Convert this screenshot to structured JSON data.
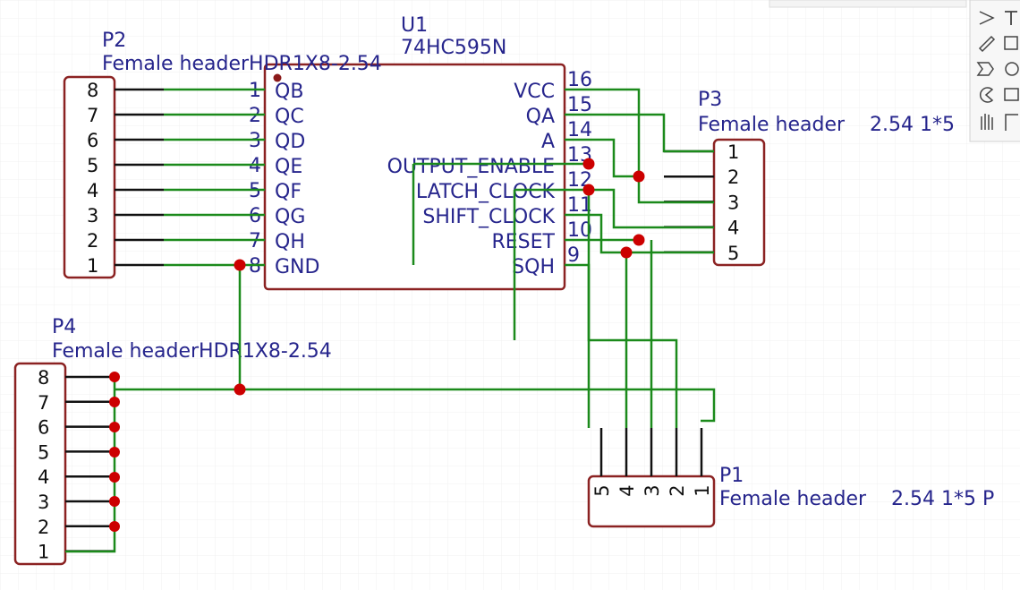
{
  "schematic": {
    "u1": {
      "ref": "U1",
      "value": "74HC595N",
      "left_pins": [
        {
          "num": "1",
          "name": "QB"
        },
        {
          "num": "2",
          "name": "QC"
        },
        {
          "num": "3",
          "name": "QD"
        },
        {
          "num": "4",
          "name": "QE"
        },
        {
          "num": "5",
          "name": "QF"
        },
        {
          "num": "6",
          "name": "QG"
        },
        {
          "num": "7",
          "name": "QH"
        },
        {
          "num": "8",
          "name": "GND"
        }
      ],
      "right_pins": [
        {
          "num": "16",
          "name": "VCC"
        },
        {
          "num": "15",
          "name": "QA"
        },
        {
          "num": "14",
          "name": "A"
        },
        {
          "num": "13",
          "name": "OUTPUT_ENABLE"
        },
        {
          "num": "12",
          "name": "LATCH_CLOCK"
        },
        {
          "num": "11",
          "name": "SHIFT_CLOCK"
        },
        {
          "num": "10",
          "name": "RESET"
        },
        {
          "num": "9",
          "name": "SQH"
        }
      ],
      "power_color": "#cc2222"
    },
    "p2": {
      "ref": "P2",
      "value": "Female headerHDR1X8-2.54",
      "pins": [
        "8",
        "7",
        "6",
        "5",
        "4",
        "3",
        "2",
        "1"
      ]
    },
    "p3": {
      "ref": "P3",
      "value": "Female header    2.54 1*5",
      "pins": [
        "1",
        "2",
        "3",
        "4",
        "5"
      ]
    },
    "p4": {
      "ref": "P4",
      "value": "Female headerHDR1X8-2.54",
      "pins": [
        "8",
        "7",
        "6",
        "5",
        "4",
        "3",
        "2",
        "1"
      ]
    },
    "p1": {
      "ref": "P1",
      "value": "Female header    2.54 1*5 P",
      "pins": [
        "5",
        "4",
        "3",
        "2",
        "1"
      ]
    },
    "colors": {
      "wire": "#1b8a1b",
      "label": "#26258c",
      "body": "#8b2222",
      "junction": "#cc0000"
    }
  },
  "toolbar": {
    "icons": [
      "wire-arrow-icon",
      "text-icon",
      "pencil-icon",
      "rectangle-icon",
      "arrow-shape-icon",
      "circle-icon",
      "arc-icon",
      "image-icon",
      "hand-icon",
      "corner-icon"
    ]
  }
}
